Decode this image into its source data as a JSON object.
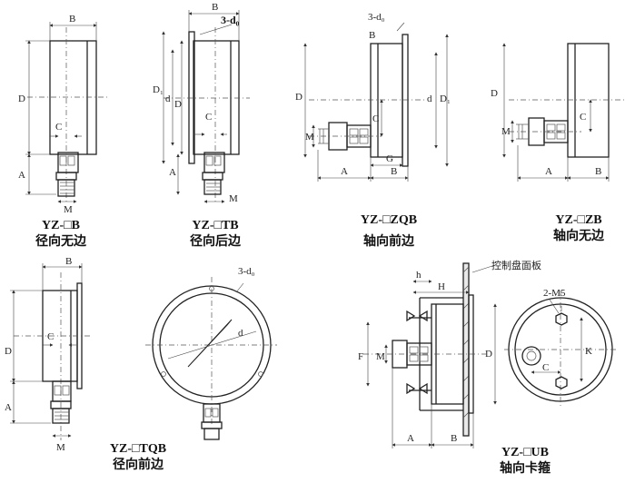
{
  "captions": [
    {
      "model": "YZ-□B",
      "desc": "径向无边"
    },
    {
      "model": "YZ-□TB",
      "desc": "径向后边"
    },
    {
      "model": "YZ-□ZQB",
      "desc": "轴向前边"
    },
    {
      "model": "YZ-□ZB",
      "desc": "轴向无边"
    },
    {
      "model": "YZ-□TQB",
      "desc": "径向前边"
    },
    {
      "model": "YZ-□UB",
      "desc": "轴向卡箍"
    }
  ],
  "labels": {
    "B": "B",
    "D": "D",
    "C": "C",
    "A": "A",
    "M": "M",
    "G": "G",
    "d": "d",
    "D1": "D₁",
    "h": "h",
    "H": "H",
    "F": "F",
    "K": "K",
    "holes": "3-d₀",
    "holes2": "2-M5",
    "panel": "控制盘面板"
  },
  "colors": {
    "line": "#222222",
    "background": "#ffffff"
  }
}
